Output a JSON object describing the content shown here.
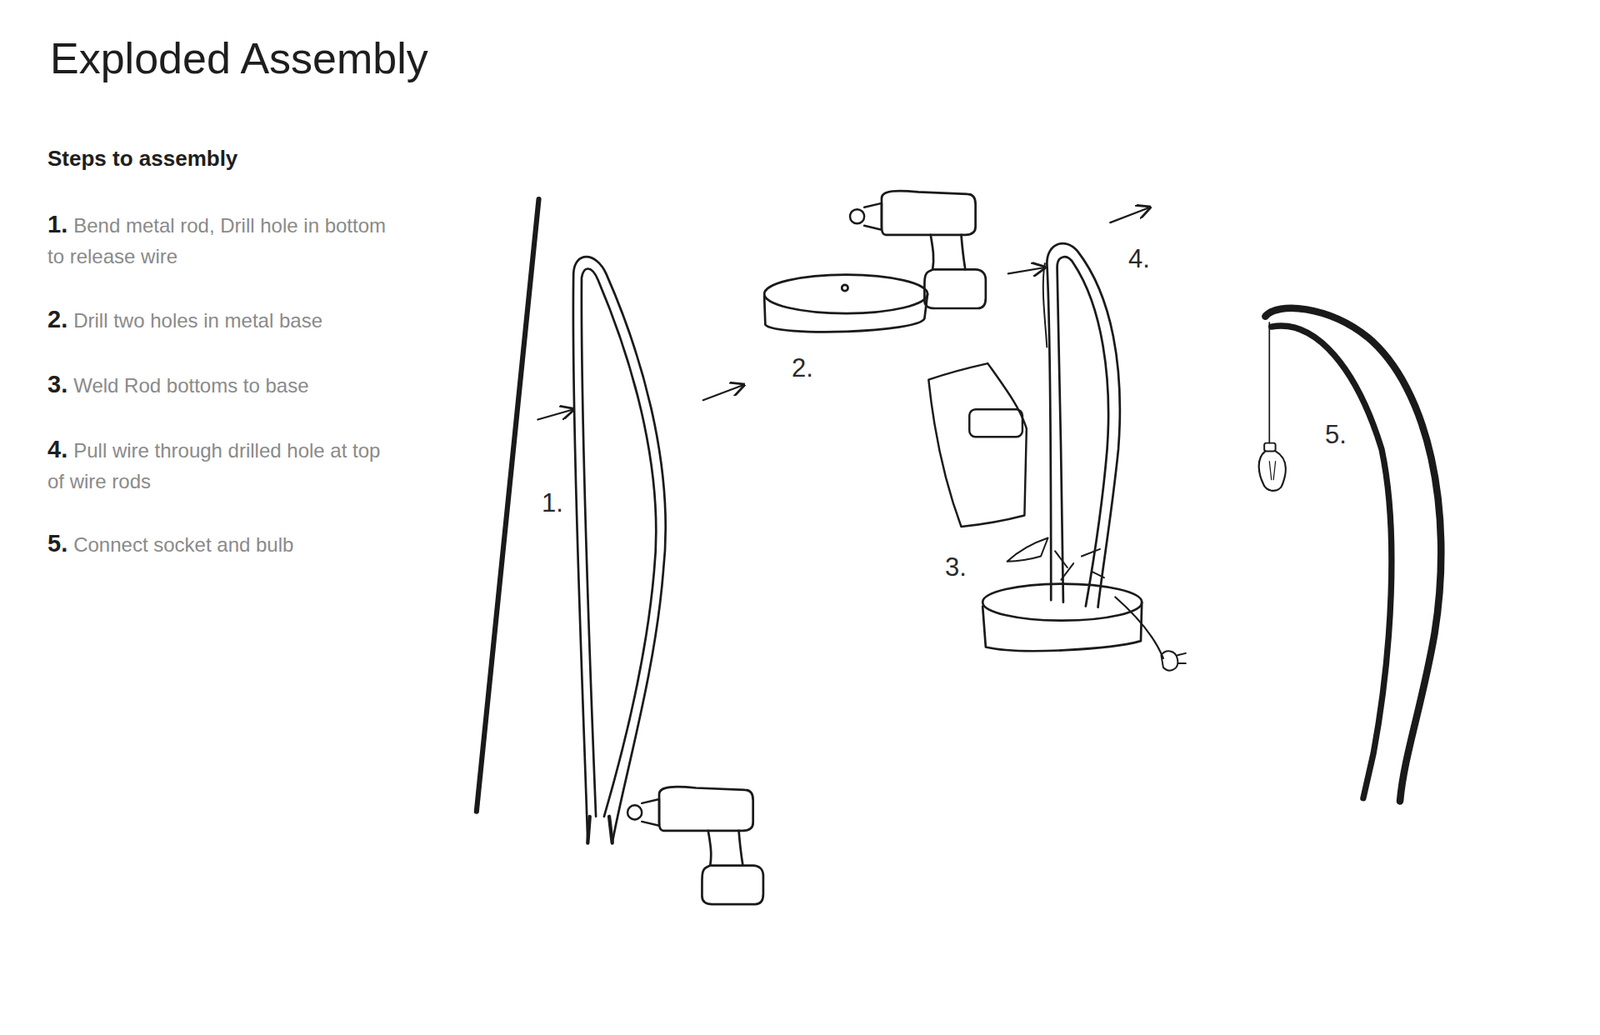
{
  "diagram": {
    "title": "Exploded Assembly",
    "labels": [
      "Steps to assembly",
      "1.",
      "Bend metal rod, Drill hole in bottom to release wire",
      "2.",
      "Drill two holes in metal base",
      "3.",
      "Weld Rod bottoms to base",
      "4.",
      "Pull wire through drilled hole at top of wire rods",
      "5.",
      "Connect socket and bulb",
      "1.",
      "2.",
      "3.",
      "4.",
      "5."
    ]
  }
}
